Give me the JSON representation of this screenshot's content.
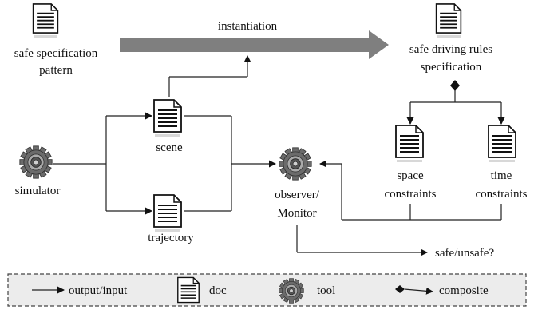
{
  "labels": {
    "safe_spec_pattern_line1": "safe specification",
    "safe_spec_pattern_line2": "pattern",
    "instantiation": "instantiation",
    "safe_rules_line1": "safe driving rules",
    "safe_rules_line2": "specification",
    "scene": "scene",
    "trajectory": "trajectory",
    "simulator": "simulator",
    "observer_line1": "observer/",
    "observer_line2": "Monitor",
    "space_line1": "space",
    "space_line2": "constraints",
    "time_line1": "time",
    "time_line2": "constraints",
    "output": "safe/unsafe?"
  },
  "legend": {
    "output_input": "output/input",
    "doc": "doc",
    "tool": "tool",
    "composite": "composite"
  },
  "icons": {
    "doc": "document-icon",
    "tool": "gear-icon"
  },
  "colors": {
    "big_arrow": "#7f7f7f",
    "gear_outer": "#6b6b6b",
    "gear_ring": "#aaaaaa",
    "legend_bg": "#ececec",
    "line": "#222222"
  }
}
